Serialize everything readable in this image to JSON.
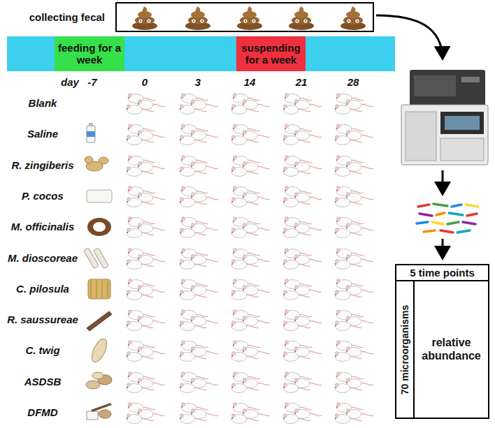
{
  "diagram": {
    "nodes": [
      {
        "text": [
          "collecting fecal"
        ]
      },
      {
        "text": [
          "feeding for a week"
        ]
      },
      {
        "text": [
          "suspending for a week"
        ]
      },
      {
        "text": [
          "5 time points"
        ]
      },
      {
        "text": [
          "70 microorganisms"
        ]
      },
      {
        "text": [
          "relative abundance"
        ]
      }
    ],
    "labels": [
      "day",
      "-7",
      "0",
      "3",
      "14",
      "21",
      "28",
      "Blank",
      "Saline",
      "R. zingiberis",
      "P. cocos",
      "M. officinalis",
      "M. dioscoreae",
      "C. pilosula",
      "R. saussureae",
      "C. twig",
      "ASDSB",
      "DFMD"
    ]
  }
}
